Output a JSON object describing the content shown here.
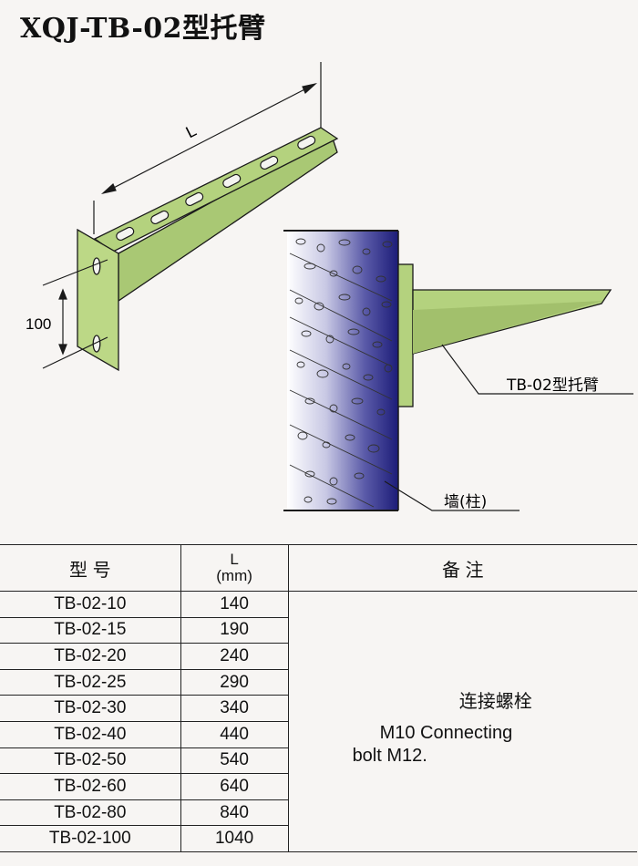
{
  "title": "XQJ-TB-02型托臂",
  "diagram": {
    "length_label": "L",
    "hole_spacing_label": "100",
    "bracket_label": "TB-02型托臂",
    "wall_label": "墙(柱)"
  },
  "table": {
    "headers": {
      "model": "型 号",
      "length": "L",
      "length_unit": "(mm)",
      "notes": "备 注"
    },
    "rows": [
      {
        "model": "TB-02-10",
        "L": "140"
      },
      {
        "model": "TB-02-15",
        "L": "190"
      },
      {
        "model": "TB-02-20",
        "L": "240"
      },
      {
        "model": "TB-02-25",
        "L": "290"
      },
      {
        "model": "TB-02-30",
        "L": "340"
      },
      {
        "model": "TB-02-40",
        "L": "440"
      },
      {
        "model": "TB-02-50",
        "L": "540"
      },
      {
        "model": "TB-02-60",
        "L": "640"
      },
      {
        "model": "TB-02-80",
        "L": "840"
      },
      {
        "model": "TB-02-100",
        "L": "1040"
      }
    ],
    "note_cn": "连接螺栓",
    "note_en_line1": "M10 Connecting",
    "note_en_line2": "bolt M12."
  },
  "colors": {
    "bracket_fill": "#b4d27e",
    "bracket_dark": "#93b05e",
    "wall_dark": "#1c1c78",
    "outline": "#1a1a1a"
  }
}
